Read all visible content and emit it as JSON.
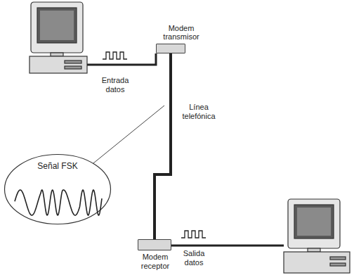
{
  "diagram": {
    "nodes": [
      {
        "text": [
          "Modem transmisor"
        ]
      },
      {
        "text": [
          "Señal FSK"
        ]
      },
      {
        "text": [
          "Modem receptor"
        ]
      }
    ],
    "edges": [
      {
        "from": 0,
        "to": 2,
        "arrow": "none",
        "label": "Línea telefónica"
      }
    ],
    "labels": [
      "Entrada datos",
      "Salida datos"
    ]
  }
}
